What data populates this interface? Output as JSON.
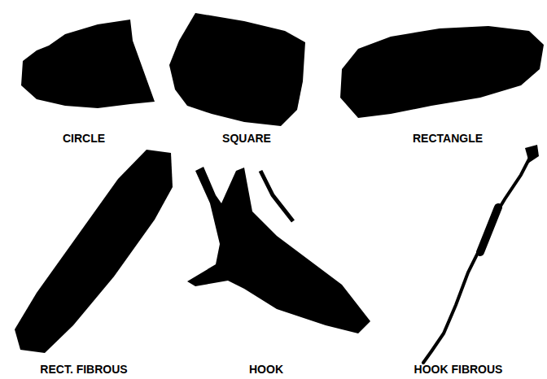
{
  "diagram": {
    "labels": [
      "CIRCLE",
      "SQUARE",
      "RECTANGLE",
      "RECT. FIBROUS",
      "HOOK",
      "HOOK FIBROUS"
    ]
  }
}
